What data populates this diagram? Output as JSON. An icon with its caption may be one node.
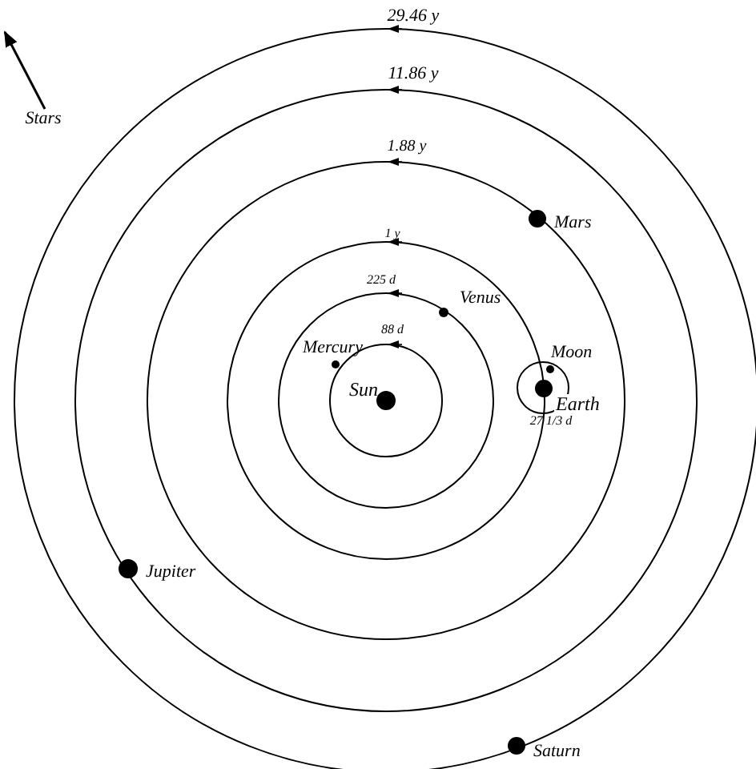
{
  "diagram": {
    "nodes": [
      {
        "text": [
          "Sun"
        ]
      },
      {
        "text": [
          "Mercury"
        ]
      },
      {
        "text": [
          "Venus"
        ]
      },
      {
        "text": [
          "Earth"
        ]
      },
      {
        "text": [
          "Moon"
        ]
      },
      {
        "text": [
          "Mars"
        ]
      },
      {
        "text": [
          "Jupiter"
        ]
      },
      {
        "text": [
          "Saturn"
        ]
      }
    ],
    "labels": [
      "29.46 y",
      "11.86 y",
      "Stars",
      "1.88 y",
      "1 y",
      "225 d",
      "88 d",
      "27 1/3 d"
    ]
  }
}
